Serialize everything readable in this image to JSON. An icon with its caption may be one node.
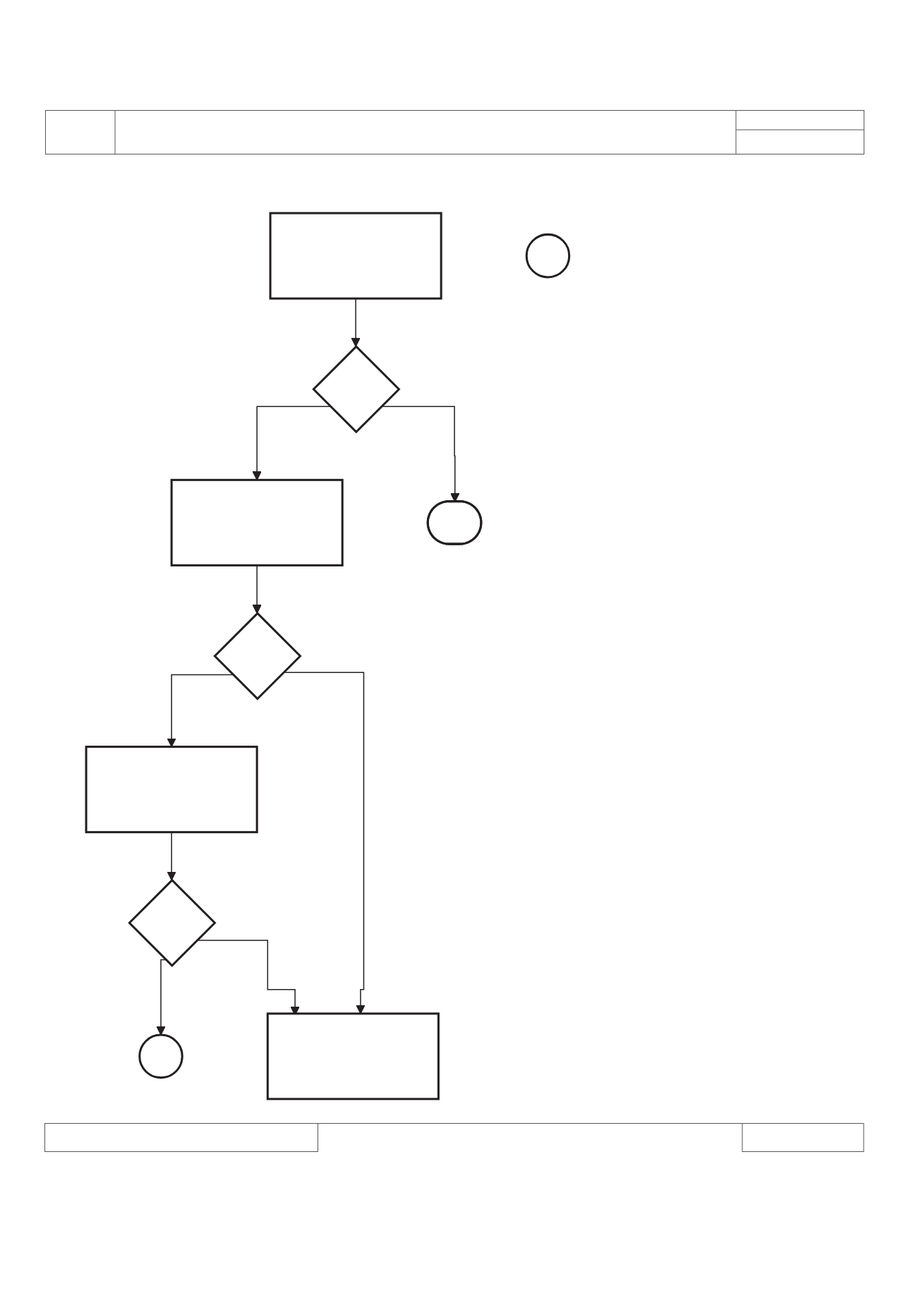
{
  "diagram": {
    "nodes": [
      {
        "text": [],
        "shape": "box"
      },
      {
        "text": [],
        "shape": "diamond"
      },
      {
        "text": [],
        "shape": "stadium"
      },
      {
        "text": [],
        "shape": "box"
      },
      {
        "text": [],
        "shape": "diamond"
      },
      {
        "text": [],
        "shape": "box"
      },
      {
        "text": [],
        "shape": "box"
      },
      {
        "text": [],
        "shape": "diamond"
      },
      {
        "text": [],
        "shape": "circle"
      },
      {
        "text": [],
        "shape": "circle"
      }
    ],
    "edges": [
      {
        "from": 0,
        "to": 1,
        "arrow": "to"
      },
      {
        "from": 1,
        "to": 3,
        "arrow": "to"
      },
      {
        "from": 3,
        "to": 4,
        "arrow": "to"
      },
      {
        "from": 4,
        "to": 6,
        "arrow": "to"
      },
      {
        "from": 6,
        "to": 7,
        "arrow": "to"
      },
      {
        "from": 7,
        "to": 8,
        "arrow": "to"
      },
      {
        "from": 1,
        "to": 2,
        "arrow": "to"
      },
      {
        "from": 4,
        "to": 5,
        "arrow": "to"
      },
      {
        "from": 7,
        "to": 5,
        "arrow": "to"
      }
    ]
  }
}
